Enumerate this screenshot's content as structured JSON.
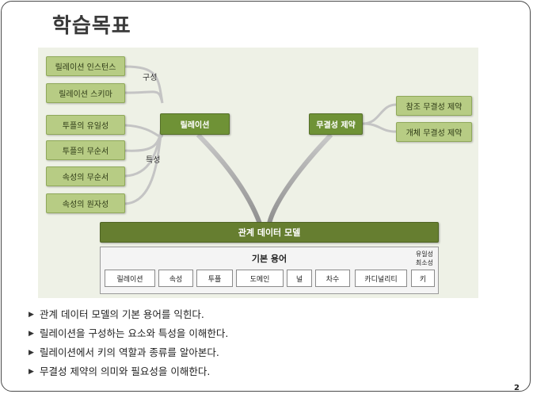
{
  "title": "학습목표",
  "diagram": {
    "left_group": {
      "composition_label": "구성",
      "composition_items": [
        "릴레이션 인스턴스",
        "릴레이션 스키마"
      ],
      "property_label": "특성",
      "property_items": [
        "투플의 유일성",
        "투플의 무순서",
        "속성의 무순서",
        "속성의 원자성"
      ]
    },
    "hub_left": "릴레이션",
    "hub_right": "무결성 제약",
    "right_items": [
      "참조 무결성 제약",
      "개체 무결성 제약"
    ],
    "foundation": "관계 데이터 모델",
    "basic_terms": {
      "title": "기본 용어",
      "items": [
        "릴레이션",
        "속성",
        "투플",
        "도메인",
        "널",
        "차수",
        "카디널리티",
        "키"
      ],
      "key_note_line1": "유일성",
      "key_note_line2": "최소성"
    }
  },
  "objectives": [
    "관계 데이터 모델의 기본 용어를 익힌다.",
    "릴레이션을 구성하는 요소와 특성을 이해한다.",
    "릴레이션에서 키의 역할과 종류를 알아본다.",
    "무결성 제약의 의미와 필요성을 이해한다."
  ],
  "bullet_icon": "triangle-right-icon",
  "page_number": "2",
  "colors": {
    "panel": "#eef1e6",
    "leaf": "#b7cc84",
    "hub": "#6f9236",
    "foundation": "#667e30",
    "connector": "#a9a9a9"
  }
}
